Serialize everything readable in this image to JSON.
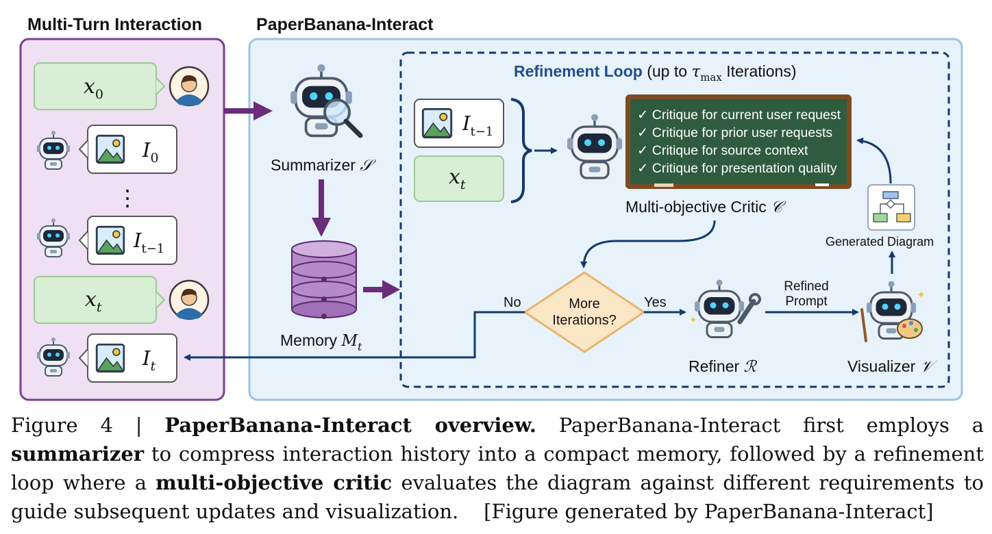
{
  "colors": {
    "left_panel_fill": "#efe0f3",
    "left_panel_border": "#7a3f8f",
    "right_panel_fill": "#e8f2fb",
    "right_panel_border": "#9dc2e3",
    "green_bubble": "#d9efd5",
    "arrow_purple": "#6b2c7a",
    "arrow_navy": "#143a6b",
    "chalkboard": "#2f5b3e",
    "chalkboard_frame": "#7b4b22",
    "diamond_fill": "#fbe7c6",
    "diamond_border": "#e8b36b",
    "db_purple": "#b58ac9"
  },
  "titles": {
    "left": "Multi-Turn Interaction",
    "right": "PaperBanana-Interact"
  },
  "left_panel": {
    "x0": "x",
    "x0_sub": "0",
    "i0": "I",
    "i0_sub": "0",
    "ellipsis": "⋮",
    "it1": "I",
    "it1_sub": "t−1",
    "xt": "x",
    "xt_sub": "t",
    "it": "I",
    "it_sub": "t"
  },
  "right_panel": {
    "summarizer_label": "Summarizer ",
    "summarizer_symbol": "𝒮",
    "memory_label": "Memory ",
    "memory_symbol": "M",
    "memory_sub": "t",
    "loop_title_bold": "Refinement Loop",
    "loop_title_rest_a": " (up to ",
    "loop_title_tau": "τ",
    "loop_title_tau_sub": "max",
    "loop_title_rest_b": " Iterations)",
    "input_img": "I",
    "input_img_sub": "t−1",
    "input_x": "x",
    "input_x_sub": "t",
    "critiques": [
      "✓ Critique for current user request",
      "✓ Critique for prior user requests",
      "✓ Critique for source context",
      "✓ Critique for presentation quality"
    ],
    "critic_label": "Multi-objective Critic ",
    "critic_symbol": "𝒞",
    "generated_diagram": "Generated Diagram",
    "decision_line1": "More",
    "decision_line2": "Iterations?",
    "no_label": "No",
    "yes_label": "Yes",
    "refined_prompt_1": "Refined",
    "refined_prompt_2": "Prompt",
    "refiner_label": "Refiner ",
    "refiner_symbol": "ℛ",
    "visualizer_label": "Visualizer ",
    "visualizer_symbol": "𝒱"
  },
  "caption": {
    "prefix": "Figure 4 | ",
    "bold_title": "PaperBanana-Interact overview.",
    "text1": " PaperBanana-Interact first employs a ",
    "bold_summarizer": "summarizer",
    "text2": " to compress interaction history into a compact memory, followed by a refinement loop where a ",
    "bold_critic": "multi-objective critic",
    "text3": " evaluates the diagram against different requirements to guide subsequent updates and visualization.",
    "credit": "[Figure generated by PaperBanana-Interact]"
  }
}
